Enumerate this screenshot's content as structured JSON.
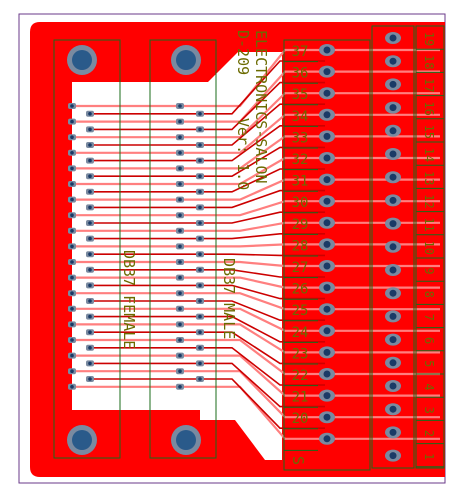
{
  "board": {
    "colors": {
      "copper": "#ff0000",
      "trace": "#cc0000",
      "trace_highlight": "#ff7f7f",
      "silk": "#1a6b1a",
      "silk_text": "#6b6b00",
      "pad": "#7a8aa0",
      "pad_hole": "#1a3a66",
      "outline": "#6a3a8a",
      "board_bg": "#ffffff"
    },
    "labels": {
      "brand_line1": "ELECTRONICS-SALON",
      "brand_line2": "D-209",
      "version": "Ver: 1.0",
      "female_label": "DB37 FEMALE",
      "male_label": "DB37 MALE",
      "s_label": "S"
    },
    "pin_numbers_left": [
      "37",
      "36",
      "35",
      "34",
      "33",
      "32",
      "31",
      "30",
      "29",
      "28",
      "27",
      "26",
      "25",
      "24",
      "23",
      "22",
      "21",
      "20"
    ],
    "pin_numbers_right": [
      "19",
      "18",
      "17",
      "16",
      "15",
      "14",
      "13",
      "12",
      "11",
      "10",
      "9",
      "8",
      "7",
      "6",
      "5",
      "4",
      "3",
      "2",
      "1"
    ]
  }
}
